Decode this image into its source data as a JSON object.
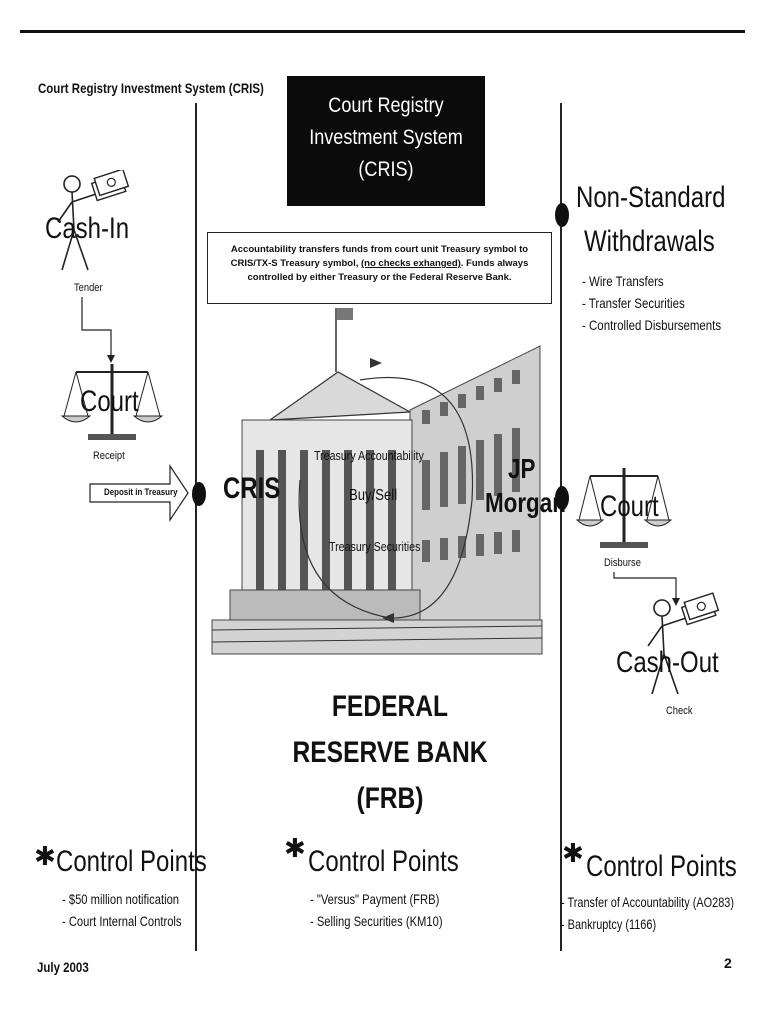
{
  "header": {
    "page_title": "Court Registry Investment System (CRIS)"
  },
  "title_box": {
    "line1": "Court Registry",
    "line2": "Investment System",
    "line3": "(CRIS)"
  },
  "info_box": {
    "text_before": "Accountability transfers funds from court unit Treasury symbol to CRIS/TX-S Treasury symbol, ",
    "underlined": "(no checks exhanged)",
    "text_after": ".  Funds always controlled by either Treasury or the Federal Reserve Bank."
  },
  "left": {
    "cash_in": "Cash-In",
    "tender": "Tender",
    "court": "Court",
    "receipt": "Receipt",
    "deposit_arrow": "Deposit in Treasury"
  },
  "center": {
    "cris": "CRIS",
    "treasury_accountability": "Treasury Accountability",
    "buy_sell": "Buy/Sell",
    "treasury_securities": "Treasury Securities",
    "jp_morgan_line1": "JP",
    "jp_morgan_line2": "Morgan",
    "frb_line1": "FEDERAL RESERVE BANK",
    "frb_line2": "(FRB)"
  },
  "right": {
    "nonstandard_line1": "Non-Standard",
    "nonstandard_line2": "Withdrawals",
    "withdrawal_items": [
      "- Wire Transfers",
      "- Transfer Securities",
      "- Controlled Disbursements"
    ],
    "court": "Court",
    "disburse": "Disburse",
    "cash_out": "Cash-Out",
    "check": "Check"
  },
  "control_points": {
    "left": {
      "title": "Control Points",
      "items": [
        "- $50 million notification",
        "- Court Internal Controls"
      ]
    },
    "center": {
      "title": "Control Points",
      "items": [
        "- \"Versus\" Payment (FRB)",
        "- Selling Securities (KM10)"
      ]
    },
    "right": {
      "title": "Control Points",
      "items": [
        "- Transfer of Accountability (AO283)",
        "- Bankruptcy (1166)"
      ]
    }
  },
  "footer": {
    "date": "July 2003",
    "page_number": "2"
  }
}
